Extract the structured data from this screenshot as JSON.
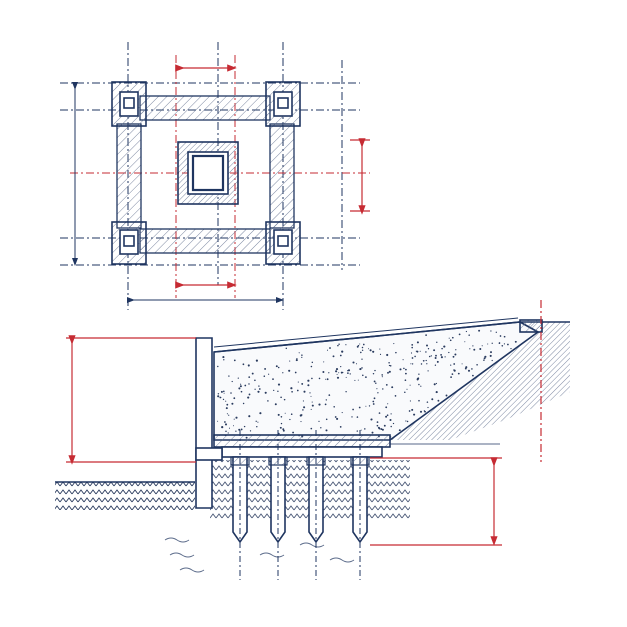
{
  "diagram": {
    "kind": "engineering-drawing",
    "views": [
      "plan-view",
      "section-view"
    ],
    "text_labels": []
  },
  "colors": {
    "background": "#ffffff",
    "line": "#1f3560",
    "line_dark": "#17294d",
    "dimension_red": "#c62b33",
    "hatch": "#5b6b8a",
    "speckle": "#2a3b5e"
  },
  "plan_view": {
    "column_count": 4,
    "has_central_opening": true
  },
  "section_view": {
    "pile_count": 4,
    "has_retaining_wall": true,
    "has_sloped_embankment": true
  }
}
